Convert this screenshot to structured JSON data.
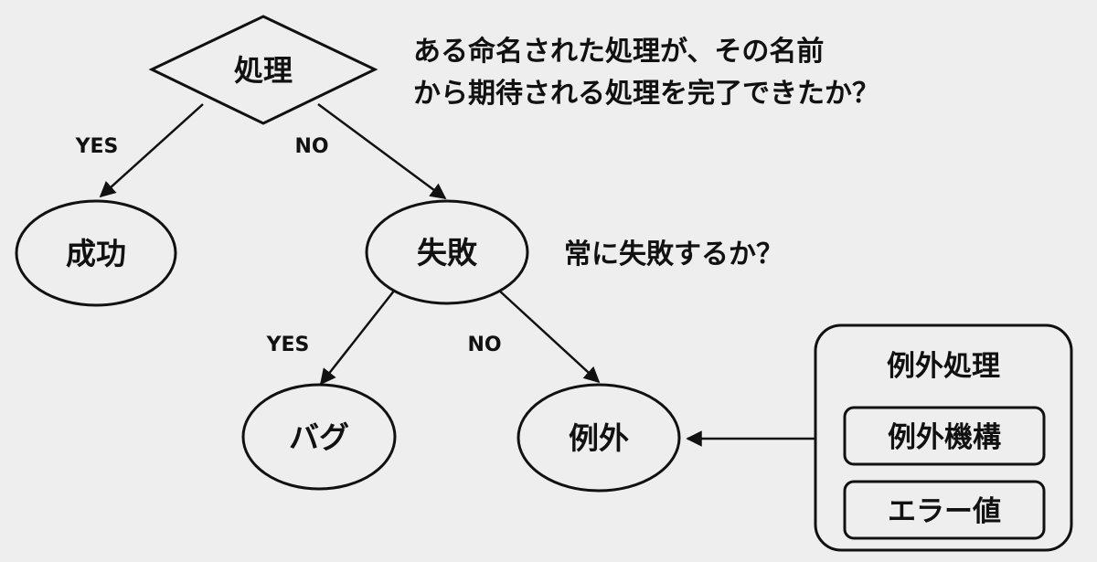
{
  "root": {
    "label": "処理"
  },
  "root_question": {
    "line1": "ある命名された処理が、その名前",
    "line2": "から期待される処理を完了できたか？"
  },
  "root_branches": {
    "yes": "YES",
    "no": "NO"
  },
  "success": {
    "label": "成功"
  },
  "failure": {
    "label": "失敗"
  },
  "failure_question": "常に失敗するか？",
  "failure_branches": {
    "yes": "YES",
    "no": "NO"
  },
  "bug": {
    "label": "バグ"
  },
  "exception": {
    "label": "例外"
  },
  "exception_handling": {
    "title": "例外処理",
    "items": [
      "例外機構",
      "エラー値"
    ]
  }
}
